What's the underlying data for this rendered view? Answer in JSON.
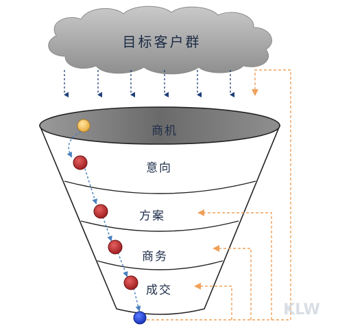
{
  "cloud": {
    "label": "目标客户群"
  },
  "stages": [
    {
      "label": "商机"
    },
    {
      "label": "意向"
    },
    {
      "label": "方案"
    },
    {
      "label": "商务"
    },
    {
      "label": "成交"
    }
  ],
  "watermark": "KLW",
  "colors": {
    "cloud": "#a9a9a9",
    "funnel_top": "#6b6b6b",
    "arrow_down": "#1f3f7a",
    "feedback_arrow": "#f0a05a",
    "dot_start": "#f7c35a",
    "dot_mid": "#c0282a",
    "dot_end": "#1d3fd6",
    "path": "#6fa0d0"
  }
}
